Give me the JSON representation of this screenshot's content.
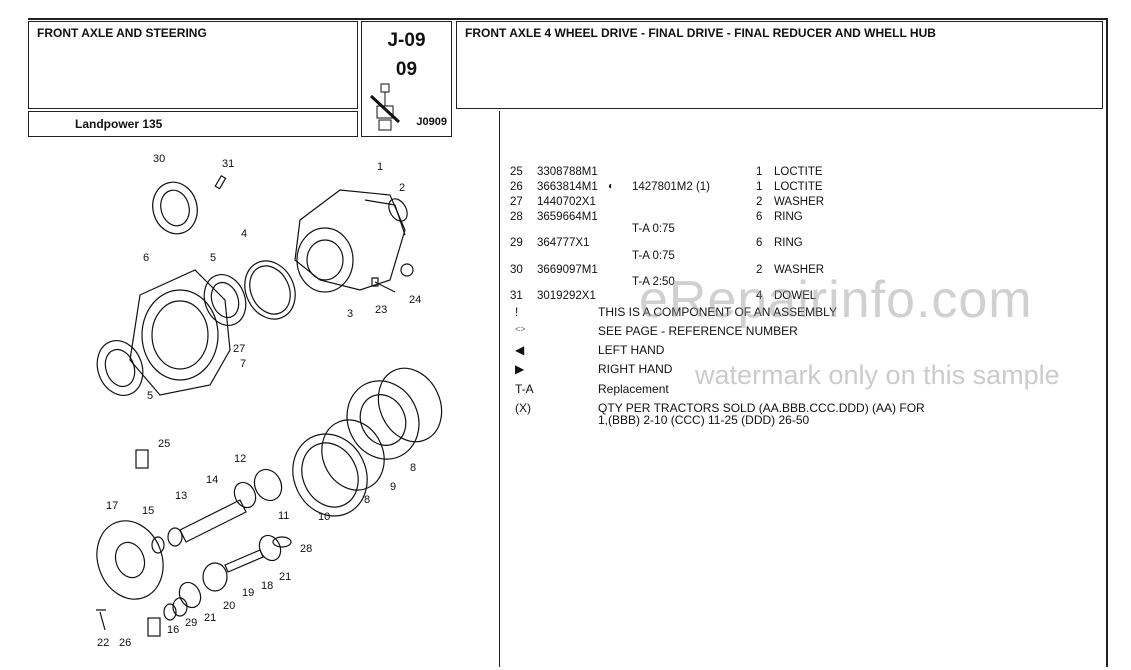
{
  "header": {
    "section_title": "FRONT AXLE AND STEERING",
    "model": "Landpower 135",
    "page_ref_line1": "J-09",
    "page_ref_line2": "09",
    "page_code": "J0909",
    "description": "FRONT AXLE 4 WHEEL DRIVE - FINAL DRIVE - FINAL REDUCER AND WHELL HUB"
  },
  "parts": [
    {
      "ref": "25",
      "part_no": "3308788M1",
      "alt": "",
      "qty": "1",
      "name": "LOCTITE",
      "note": ""
    },
    {
      "ref": "26",
      "part_no": "3663814M1",
      "alt": "1427801M2  (1)",
      "qty": "1",
      "name": "LOCTITE",
      "note": ""
    },
    {
      "ref": "27",
      "part_no": "1440702X1",
      "alt": "",
      "qty": "2",
      "name": "WASHER",
      "note": ""
    },
    {
      "ref": "28",
      "part_no": "3659664M1",
      "alt": "",
      "qty": "6",
      "name": "RING",
      "note": "T-A 0:75"
    },
    {
      "ref": "29",
      "part_no": "364777X1",
      "alt": "",
      "qty": "6",
      "name": "RING",
      "note": "T-A 0:75"
    },
    {
      "ref": "30",
      "part_no": "3669097M1",
      "alt": "",
      "qty": "2",
      "name": "WASHER",
      "note": "T-A 2:50"
    },
    {
      "ref": "31",
      "part_no": "3019292X1",
      "alt": "",
      "qty": "4",
      "name": "DOWEL",
      "note": ""
    }
  ],
  "legend": [
    {
      "symbol": "!",
      "text": "THIS IS A COMPONENT OF AN ASSEMBLY"
    },
    {
      "symbol": "<>",
      "text": "SEE PAGE - REFERENCE NUMBER"
    },
    {
      "symbol": "◀",
      "text": "LEFT HAND"
    },
    {
      "symbol": "▶",
      "text": "RIGHT HAND"
    },
    {
      "symbol": "T-A",
      "text": "Replacement"
    },
    {
      "symbol": "(X)",
      "text": "QTY PER TRACTORS SOLD  (AA.BBB.CCC.DDD) (AA) FOR"
    },
    {
      "symbol": "",
      "text": "1,(BBB) 2-10 (CCC) 11-25 (DDD) 26-50"
    }
  ],
  "watermark": {
    "site": "eRepairinfo.com",
    "note": "watermark only on this sample"
  },
  "diagram_labels": [
    "30",
    "31",
    "1",
    "2",
    "4",
    "6",
    "5",
    "24",
    "3",
    "23",
    "27",
    "7",
    "5",
    "25",
    "8",
    "12",
    "13",
    "14",
    "17",
    "15",
    "9",
    "11",
    "10",
    "8",
    "28",
    "21",
    "18",
    "19",
    "20",
    "21",
    "29",
    "16",
    "22",
    "26"
  ]
}
